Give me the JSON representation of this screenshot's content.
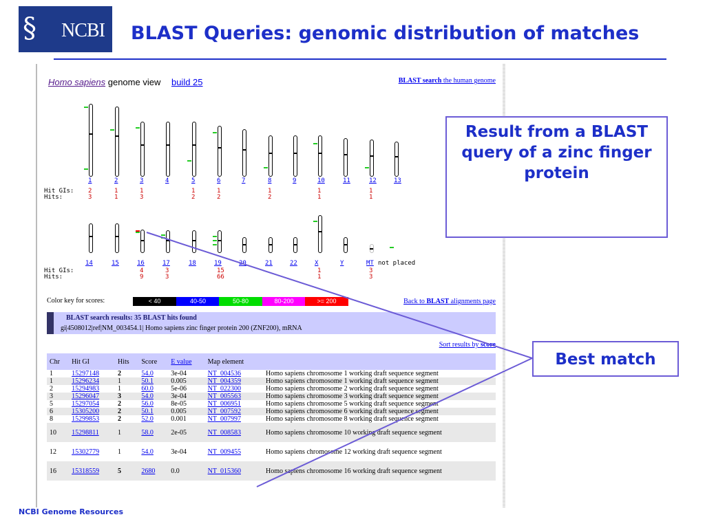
{
  "slide": {
    "logo_text": "NCBI",
    "title": "BLAST Queries: genomic distribution of matches",
    "footer": "NCBI Genome Resources",
    "callout_main": "Result from a BLAST query of a zinc finger protein",
    "callout_best": "Best match",
    "accent": "#1d2fc8"
  },
  "genome_view": {
    "species": "Homo sapiens",
    "label": "genome view",
    "build": "build 25",
    "blast_search_bold": "BLAST search",
    "blast_search_rest": " the human genome"
  },
  "row1": {
    "hit_gis_label": "Hit GIs:",
    "hits_label": "Hits:",
    "chromosomes": [
      "1",
      "2",
      "3",
      "4",
      "5",
      "6",
      "7",
      "8",
      "9",
      "10",
      "11",
      "12",
      "13"
    ],
    "hit_gis": [
      "2",
      "1",
      "1",
      "",
      "1",
      "1",
      "",
      "1",
      "",
      "1",
      "",
      "1",
      ""
    ],
    "hits": [
      "3",
      "1",
      "3",
      "",
      "2",
      "2",
      "",
      "2",
      "",
      "1",
      "",
      "1",
      ""
    ]
  },
  "row2": {
    "hit_gis_label": "Hit GIs:",
    "hits_label": "Hits:",
    "chromosomes": [
      "14",
      "15",
      "16",
      "17",
      "18",
      "19",
      "20",
      "21",
      "22",
      "X",
      "Y",
      "MT"
    ],
    "not_placed": "not placed",
    "hit_gis": [
      "",
      "",
      "4",
      "3",
      "",
      "15",
      "",
      "",
      "",
      "1",
      "",
      "3"
    ],
    "hits": [
      "",
      "",
      "9",
      "3",
      "",
      "66",
      "",
      "",
      "",
      "1",
      "",
      "3"
    ]
  },
  "color_key": {
    "label": "Color key for scores:",
    "cells": [
      {
        "text": "< 40",
        "color": "#000000"
      },
      {
        "text": "40-50",
        "color": "#0000ff"
      },
      {
        "text": "50-80",
        "color": "#00dd00"
      },
      {
        "text": "80-200",
        "color": "#ff00ff"
      },
      {
        "text": ">= 200",
        "color": "#ff0000"
      }
    ],
    "back_prefix": "Back to ",
    "back_bold": "BLAST",
    "back_suffix": " alignments page"
  },
  "results": {
    "heading": "BLAST search results: 35 BLAST hits found",
    "subject": "gi|4508012|ref|NM_003454.1| Homo sapiens zinc finger protein 200 (ZNF200), mRNA",
    "sort_prefix": "Sort results by ",
    "sort_bold": "score",
    "columns": [
      "Chr",
      "Hit GI",
      "Hits",
      "Score",
      "E value",
      "Map element",
      ""
    ],
    "rows": [
      {
        "chr": "1",
        "gi": "15297148",
        "hits": "2",
        "bold": true,
        "score": "54.0",
        "evalue": "3e-04",
        "map": "NT_004536",
        "desc": "Homo sapiens chromosome 1 working draft sequence segment"
      },
      {
        "chr": "1",
        "gi": "15296234",
        "hits": "1",
        "bold": false,
        "score": "50.1",
        "evalue": "0.005",
        "map": "NT_004359",
        "desc": "Homo sapiens chromosome 1 working draft sequence segment"
      },
      {
        "chr": "2",
        "gi": "15294983",
        "hits": "1",
        "bold": false,
        "score": "60.0",
        "evalue": "5e-06",
        "map": "NT_022300",
        "desc": "Homo sapiens chromosome 2 working draft sequence segment"
      },
      {
        "chr": "3",
        "gi": "15296047",
        "hits": "3",
        "bold": true,
        "score": "54.0",
        "evalue": "3e-04",
        "map": "NT_005563",
        "desc": "Homo sapiens chromosome 3 working draft sequence segment"
      },
      {
        "chr": "5",
        "gi": "15297054",
        "hits": "2",
        "bold": true,
        "score": "56.0",
        "evalue": "8e-05",
        "map": "NT_006951",
        "desc": "Homo sapiens chromosome 5 working draft sequence segment"
      },
      {
        "chr": "6",
        "gi": "15305200",
        "hits": "2",
        "bold": true,
        "score": "50.1",
        "evalue": "0.005",
        "map": "NT_007592",
        "desc": "Homo sapiens chromosome 6 working draft sequence segment"
      },
      {
        "chr": "8",
        "gi": "15299853",
        "hits": "2",
        "bold": true,
        "score": "52.0",
        "evalue": "0.001",
        "map": "NT_007997",
        "desc": "Homo sapiens chromosome 8 working draft sequence segment"
      },
      {
        "chr": "10",
        "gi": "15298811",
        "hits": "1",
        "bold": false,
        "score": "58.0",
        "evalue": "2e-05",
        "map": "NT_008583",
        "desc": "Homo sapiens chromosome 10 working draft sequence segment"
      },
      {
        "chr": "12",
        "gi": "15302779",
        "hits": "1",
        "bold": false,
        "score": "54.0",
        "evalue": "3e-04",
        "map": "NT_009455",
        "desc": "Homo sapiens chromosome 12 working draft sequence segment"
      },
      {
        "chr": "16",
        "gi": "15318559",
        "hits": "5",
        "bold": true,
        "score": "2680",
        "evalue": "0.0",
        "map": "NT_015360",
        "desc": "Homo sapiens chromosome 16 working draft sequence segment"
      }
    ]
  }
}
